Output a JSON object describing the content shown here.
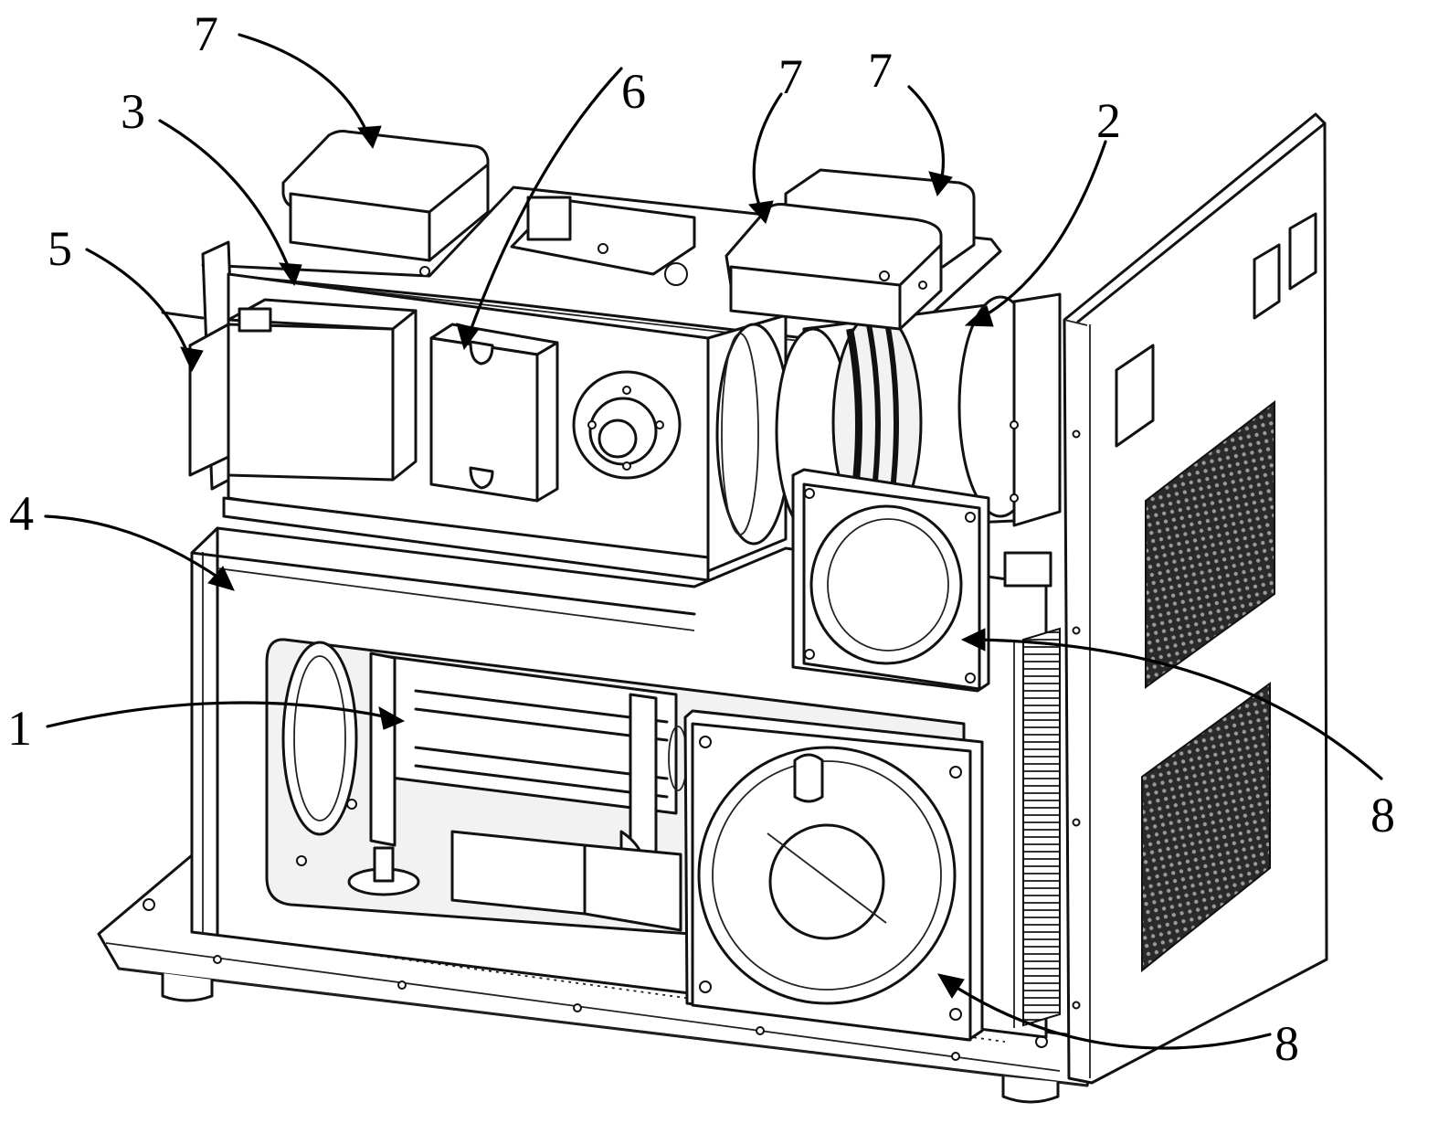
{
  "figure": {
    "callouts": [
      {
        "id": "c1",
        "label": "1"
      },
      {
        "id": "c2",
        "label": "2"
      },
      {
        "id": "c3",
        "label": "3"
      },
      {
        "id": "c4",
        "label": "4"
      },
      {
        "id": "c5",
        "label": "5"
      },
      {
        "id": "c6",
        "label": "6"
      },
      {
        "id": "c7a",
        "label": "7"
      },
      {
        "id": "c7b",
        "label": "7"
      },
      {
        "id": "c7c",
        "label": "7"
      },
      {
        "id": "c8a",
        "label": "8"
      },
      {
        "id": "c8b",
        "label": "8"
      }
    ]
  }
}
